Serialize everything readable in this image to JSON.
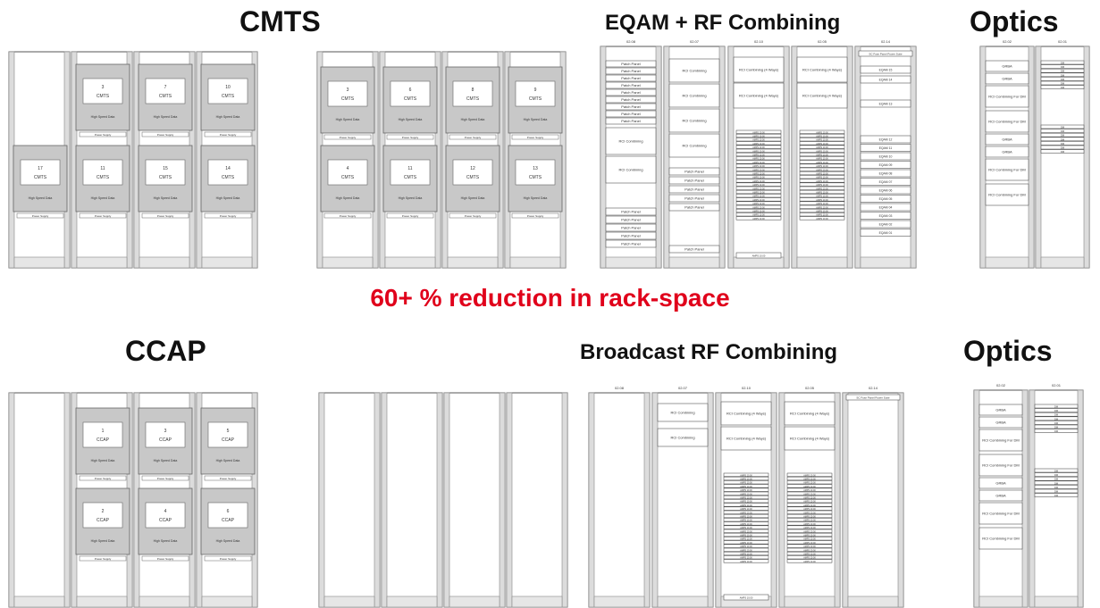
{
  "titles": {
    "cmts": "CMTS",
    "eqam": "EQAM + RF Combining",
    "optics_top": "Optics",
    "ccap": "CCAP",
    "broadcast": "Broadcast RF Combining",
    "optics_bottom": "Optics"
  },
  "headline": "60+ % reduction in rack-space",
  "colors": {
    "headline": "#e0001b",
    "frame": "#555555",
    "chassis": "#c8c8c8"
  },
  "cmts_top_groups": [
    {
      "empty_rack_first": true,
      "upper": [
        "3",
        "7",
        "10"
      ],
      "lower": [
        "17",
        "11",
        "15",
        "14"
      ],
      "chassis_label": "CMTS"
    },
    {
      "empty_rack_first": false,
      "upper": [
        "3",
        "6",
        "8",
        "9"
      ],
      "lower": [
        "4",
        "11",
        "12",
        "13"
      ],
      "chassis_label": "CMTS"
    }
  ],
  "ccap_units": {
    "upper": [
      "1",
      "3",
      "5"
    ],
    "lower": [
      "2",
      "4",
      "6"
    ],
    "chassis_label": "CCAP"
  },
  "chassis_sublabels": {
    "slots": "High Speed Data",
    "fan": "Power Supply"
  },
  "eqam_rack_ids": [
    "02.08",
    "02.07",
    "02.10",
    "02.05",
    "02.14"
  ],
  "optics_rack_ids": [
    "02.02",
    "02.01"
  ],
  "equipment_labels": {
    "patch_panel": "Patch Panel",
    "rf_combining": "RCI Combining",
    "rf_combining_4way": "RCI Combining (4 Ways)",
    "amp": "AMPS 10.00",
    "eqam_top": "SC Fuse Panel Power Suite",
    "gr": "GRBA",
    "combining_for_dm": "RCI Combining For DM",
    "optic_unit": "DM"
  },
  "eqam_units": [
    "EQAM 15",
    "EQAM 14",
    "EQAM 13",
    "EQAM 12",
    "EQAM 11",
    "EQAM 10",
    "EQAM 09",
    "EQAM 08",
    "EQAM 07",
    "EQAM 06",
    "EQAM 05",
    "EQAM 04",
    "EQAM 03",
    "EQAM 02",
    "EQAM 01"
  ]
}
